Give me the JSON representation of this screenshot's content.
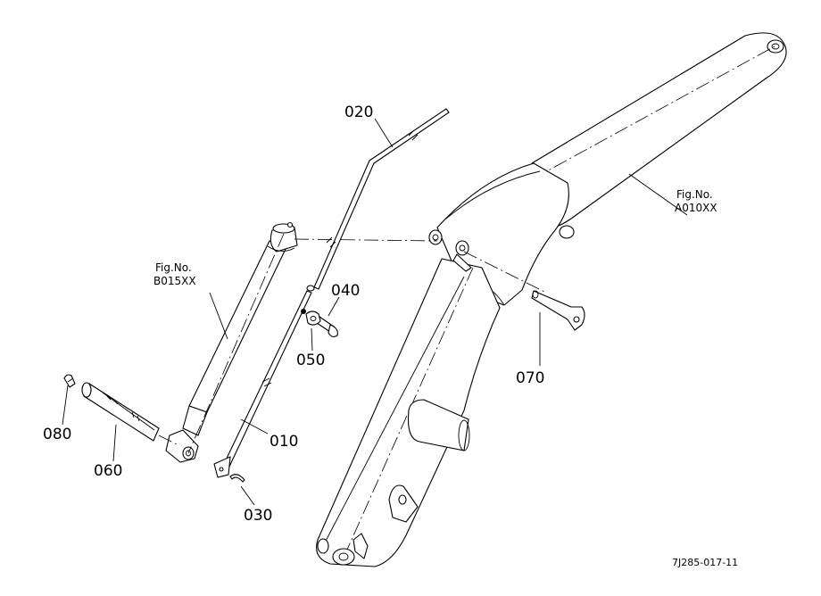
{
  "parts": [
    {
      "id": "p010",
      "label": "010"
    },
    {
      "id": "p020",
      "label": "020"
    },
    {
      "id": "p030",
      "label": "030"
    },
    {
      "id": "p040",
      "label": "040"
    },
    {
      "id": "p050",
      "label": "050"
    },
    {
      "id": "p060",
      "label": "060"
    },
    {
      "id": "p070",
      "label": "070"
    },
    {
      "id": "p080",
      "label": "080"
    }
  ],
  "references": {
    "cylinder": {
      "line1": "Fig.No.",
      "line2": "B015XX"
    },
    "boom": {
      "line1": "Fig.No.",
      "line2": "A010XX"
    }
  },
  "drawing_code": "7J285-017-11"
}
